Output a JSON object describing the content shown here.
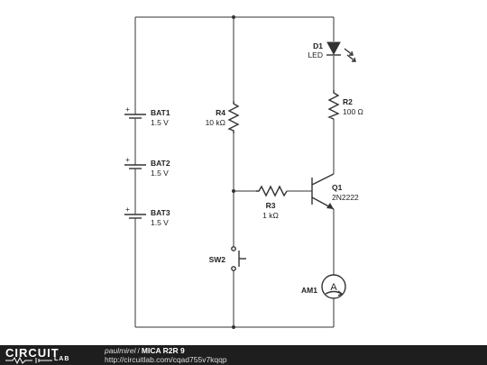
{
  "components": {
    "bat1": {
      "name": "BAT1",
      "value": "1.5 V"
    },
    "bat2": {
      "name": "BAT2",
      "value": "1.5 V"
    },
    "bat3": {
      "name": "BAT3",
      "value": "1.5 V"
    },
    "r4": {
      "name": "R4",
      "value": "10 kΩ"
    },
    "d1": {
      "name": "D1",
      "value": "LED"
    },
    "r2": {
      "name": "R2",
      "value": "100 Ω"
    },
    "q1": {
      "name": "Q1",
      "value": "2N2222"
    },
    "r3": {
      "name": "R3",
      "value": "1 kΩ"
    },
    "sw2": {
      "name": "SW2"
    },
    "am1": {
      "name": "AM1",
      "symbol": "A"
    }
  },
  "footer": {
    "logo_top": "CIRCUIT",
    "logo_bottom": "LAB",
    "author": "paulmirel",
    "separator": "/",
    "title": "MICA R2R 9",
    "url": "http://circuitlab.com/cqad755v7kqqp"
  },
  "colors": {
    "wire": "#333333",
    "footer_bg": "#1e1e1e"
  }
}
